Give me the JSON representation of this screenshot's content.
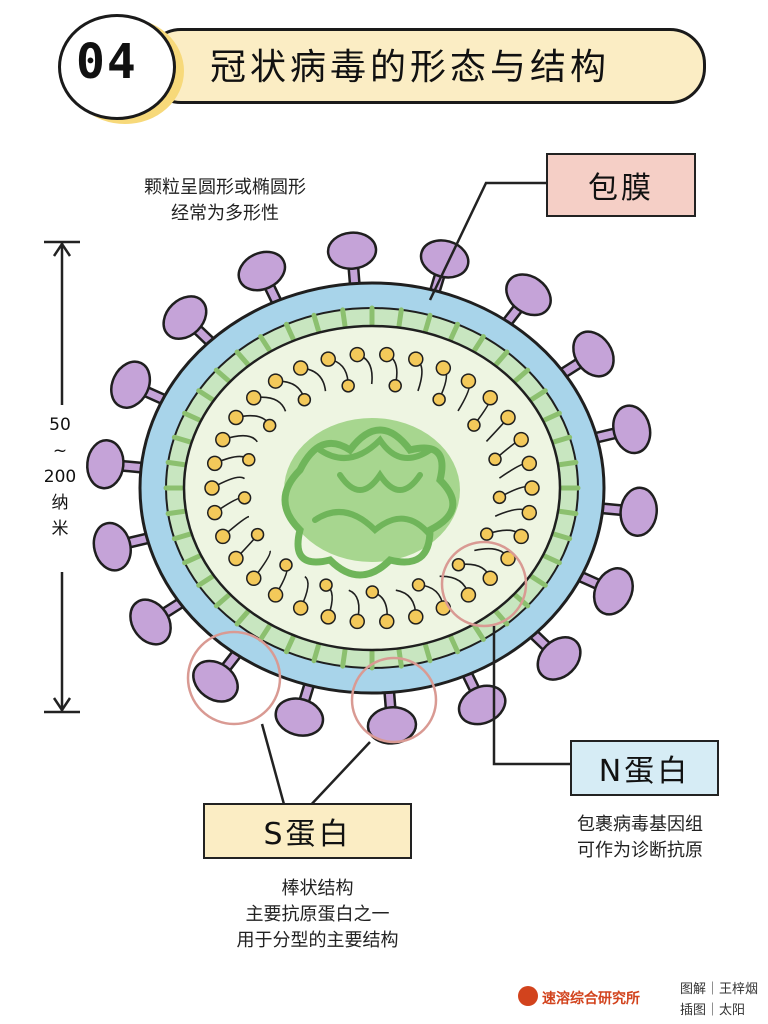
{
  "title": {
    "number": "04",
    "text": "冠状病毒的形态与结构"
  },
  "particle_note": {
    "line1": "颗粒呈圆形或椭圆形",
    "line2": "经常为多形性"
  },
  "scale": {
    "value": "50",
    "tilde": "~",
    "value2": "200",
    "unit1": "纳",
    "unit2": "米"
  },
  "labels": {
    "envelope": "包膜",
    "n_protein": "N蛋白",
    "s_protein": "S蛋白"
  },
  "n_note": {
    "line1": "包裹病毒基因组",
    "line2": "可作为诊断抗原"
  },
  "s_note": {
    "line1": "棒状结构",
    "line2": "主要抗原蛋白之一",
    "line3": "用于分型的主要结构"
  },
  "credits": {
    "text_by": "图解｜王梓烟",
    "illus_by": "插图｜太阳",
    "brand": "速溶综合研究所"
  },
  "colors": {
    "envelope_blue": "#a8d4ea",
    "inner_fill": "#e9f3dc",
    "rna_green": "#9dcf86",
    "spike_purple": "#c5a3d8",
    "n_yellow": "#f3c95a",
    "highlight_red": "#d99a93",
    "envelope_box": "#f5cfc6",
    "n_box": "#d6ecf5",
    "s_box": "#fbedc4"
  }
}
